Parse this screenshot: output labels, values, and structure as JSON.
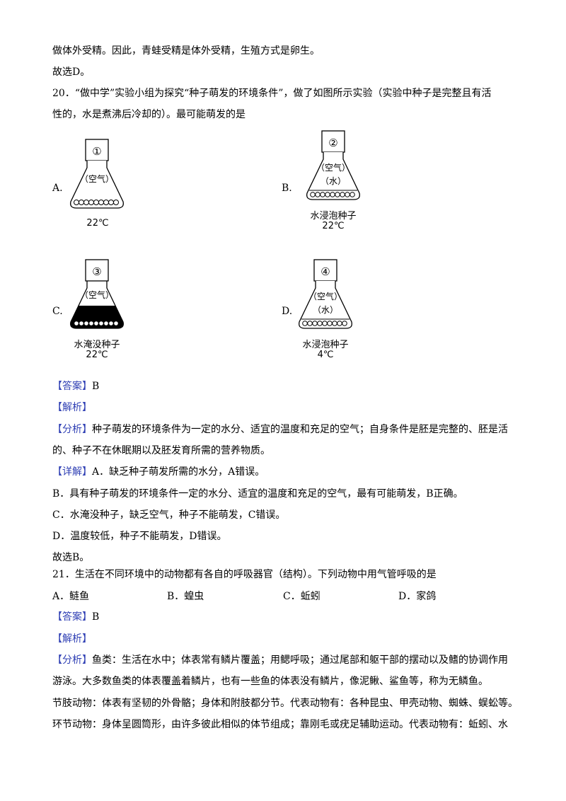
{
  "lines": {
    "l1": "做体外受精。因此，青蛙受精是体外受精，生殖方式是卵生。",
    "l2": "故选D。",
    "q20a": "20．“做中学”实验小组为探究“种子萌发的环境条件”，做了如图所示实验（实验中种子是完整且有活",
    "q20b": "性的，水是煮沸后冷却的）。最可能萌发的是",
    "ans_tag": "【答案】",
    "ans20": "B",
    "jiexi": "【解析】",
    "fx_tag": "【分析】",
    "fx20a": "种子萌发的环境条件为一定的水分、适宜的温度和充足的空气；自身条件是胚是完整的、胚是活",
    "fx20b": "的、种子不在休眠期以及胚发育所需的营养物质。",
    "xj_tag": "【详解】",
    "xj20a": "A．缺乏种子萌发所需的水分，A错误。",
    "xj20b": "B．具有种子萌发的环境条件一定的水分、适宜的温度和充足的空气，最有可能萌发，B正确。",
    "xj20c": "C．水淹没种子，缺乏空气，种子不能萌发，C错误。",
    "xj20d": "D．温度较低，种子不能萌发，D错误。",
    "sel20": "故选B。",
    "q21": "21．生活在不同环境中的动物都有各自的呼吸器官（结构）。下列动物中用气管呼吸的是",
    "ans21": "B",
    "fx21a": "鱼类：生活在水中；体表常有鳞片覆盖；用鳃呼吸；通过尾部和躯干部的摆动以及鳍的协调作用",
    "fx21b": "游泳。大多数鱼类的体表覆盖着鳞片，也有一些鱼的体表没有鳞片，像泥鳅、鲨鱼等，称为无鳞鱼。",
    "fx21c": "节肢动物：体表有坚韧的外骨骼；身体和附肢都分节。代表动物有：各种昆虫、甲壳动物、蜘蛛、蜈蚣等。",
    "fx21d": "环节动物：身体呈圆筒形，由许多彼此相似的体节组成；靠刚毛或疣足辅助运动。代表动物有：蚯蚓、水"
  },
  "q20_options": [
    {
      "letter": "A.",
      "num": "①",
      "air": "（空气）",
      "water": "",
      "caption": "",
      "temp": "22℃"
    },
    {
      "letter": "B.",
      "num": "②",
      "air": "（空气）",
      "water": "（水）",
      "caption": "水浸泡种子",
      "temp": "22℃"
    },
    {
      "letter": "C.",
      "num": "③",
      "air": "（空气）",
      "water": "",
      "caption": "水淹没种子",
      "temp": "22℃"
    },
    {
      "letter": "D.",
      "num": "④",
      "air": "（空气）",
      "water": "（水）",
      "caption": "水浸泡种子",
      "temp": "4℃"
    }
  ],
  "q21_options": [
    "A．鲢鱼",
    "B．蝗虫",
    "C．蚯蚓",
    "D．家鸽"
  ],
  "colors": {
    "tag": "#2f3fb4"
  }
}
